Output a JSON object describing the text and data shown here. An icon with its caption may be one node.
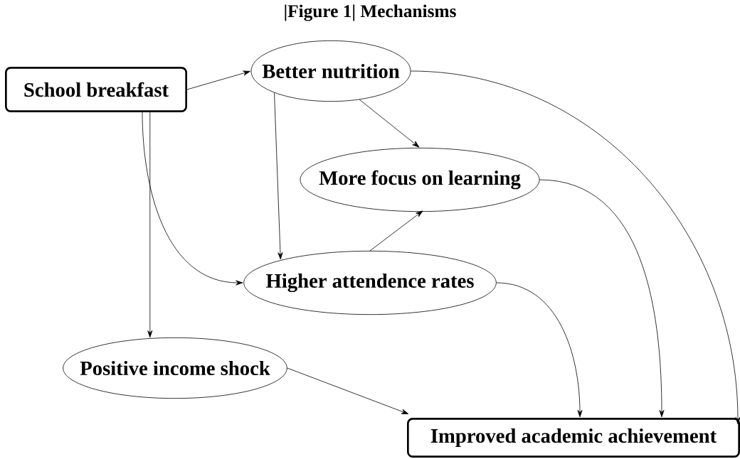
{
  "diagram": {
    "title": "|Figure 1| Mechanisms",
    "nodes": [
      {
        "text": [
          "School breakfast"
        ]
      },
      {
        "text": [
          "Better nutrition"
        ]
      },
      {
        "text": [
          "More focus on learning"
        ]
      },
      {
        "text": [
          "Higher attendence rates"
        ]
      },
      {
        "text": [
          "Positive income shock"
        ]
      },
      {
        "text": [
          "Improved academic achievement"
        ]
      }
    ],
    "edges": [
      {
        "from": 0,
        "to": 1,
        "arrow": "to"
      },
      {
        "from": 0,
        "to": 3,
        "arrow": "to"
      },
      {
        "from": 0,
        "to": 4,
        "arrow": "to"
      },
      {
        "from": 1,
        "to": 2,
        "arrow": "to"
      },
      {
        "from": 1,
        "to": 3,
        "arrow": "to"
      },
      {
        "from": 3,
        "to": 2,
        "arrow": "to"
      },
      {
        "from": 1,
        "to": 5,
        "arrow": "to"
      },
      {
        "from": 2,
        "to": 5,
        "arrow": "to"
      },
      {
        "from": 3,
        "to": 5,
        "arrow": "to"
      },
      {
        "from": 4,
        "to": 5,
        "arrow": "to"
      }
    ]
  }
}
